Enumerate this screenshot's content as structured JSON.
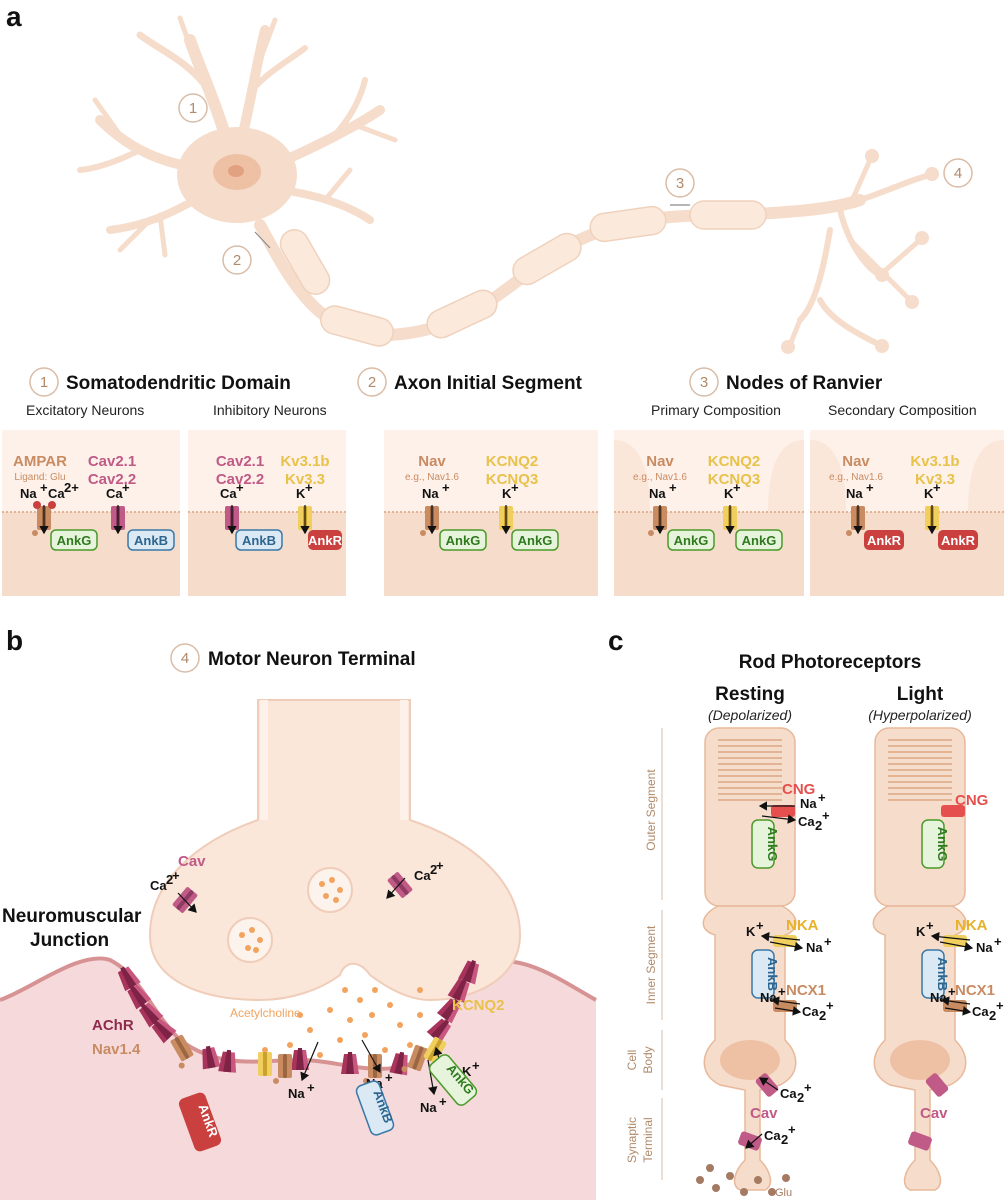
{
  "panel_a": {
    "letter": "a",
    "markers": [
      "1",
      "2",
      "3",
      "4"
    ],
    "sections": {
      "somatodendritic": {
        "num": "1",
        "title": "Somatodendritic Domain",
        "sub_left": "Excitatory Neurons",
        "sub_right": "Inhibitory Neurons"
      },
      "ais": {
        "num": "2",
        "title": "Axon Initial Segment"
      },
      "ranvier": {
        "num": "3",
        "title": "Nodes of Ranvier",
        "sub_left": "Primary Composition",
        "sub_right": "Secondary Composition"
      }
    },
    "boxes": {
      "excitatory": {
        "ampar": "AMPAR",
        "ligand": "Ligand: Glu",
        "cav1": "Cav2.1",
        "cav2": "Cav2.2",
        "ion_na": "Na",
        "ion_ca": "Ca",
        "ion_ca2": "Ca",
        "ank1": "AnkG",
        "ank2": "AnkB"
      },
      "inhibitory": {
        "cav1": "Cav2.1",
        "cav2": "Cav2.2",
        "kv1": "Kv3.1b",
        "kv2": "Kv3.3",
        "ion_ca": "Ca",
        "ion_k": "K",
        "ank1": "AnkB",
        "ank2": "AnkR"
      },
      "ais": {
        "nav": "Nav",
        "nav_eg": "e.g., Nav1.6",
        "kcnq1": "KCNQ2",
        "kcnq2": "KCNQ3",
        "ion_na": "Na",
        "ion_k": "K",
        "ank1": "AnkG",
        "ank2": "AnkG"
      },
      "primary": {
        "nav": "Nav",
        "nav_eg": "e.g., Nav1.6",
        "kcnq1": "KCNQ2",
        "kcnq2": "KCNQ3",
        "ion_na": "Na",
        "ion_k": "K",
        "ank1": "AnkG",
        "ank2": "AnkG"
      },
      "secondary": {
        "nav": "Nav",
        "nav_eg": "e.g., Nav1.6",
        "kv1": "Kv3.1b",
        "kv2": "Kv3.3",
        "ion_na": "Na",
        "ion_k": "K",
        "ank1": "AnkR",
        "ank2": "AnkR"
      }
    }
  },
  "panel_b": {
    "letter": "b",
    "num": "4",
    "title": "Motor Neuron Terminal",
    "nmj_line1": "Neuromuscular",
    "nmj_line2": "Junction",
    "cav": "Cav",
    "ion_ca_left": "Ca",
    "ion_ca_right": "Ca",
    "achr": "AChR",
    "nav14": "Nav1.4",
    "acetylcholine": "Acetylcholine",
    "kcnq2": "KCNQ2",
    "ank_r": "AnkR",
    "ank_b": "AnkB",
    "ank_g": "AnkG",
    "ion_na1": "Na",
    "ion_na2": "Na",
    "ion_na3": "Na",
    "ion_k": "K"
  },
  "panel_c": {
    "letter": "c",
    "title": "Rod Photoreceptors",
    "resting": "Resting",
    "resting_sub": "(Depolarized)",
    "light": "Light",
    "light_sub": "(Hyperpolarized)",
    "side_labels": {
      "outer": "Outer Segment",
      "inner": "Inner Segment",
      "cell_line1": "Cell",
      "cell_line2": "Body",
      "syn_line1": "Synaptic",
      "syn_line2": "Terminal"
    },
    "cng": "CNG",
    "nka": "NKA",
    "ncx1": "NCX1",
    "cav": "Cav",
    "ank_g": "AnkG",
    "ank_b": "AnkB",
    "glu": "Glu",
    "ions": {
      "na": "Na",
      "ca": "Ca",
      "k": "K"
    }
  },
  "colors": {
    "cell": "#f6dccb",
    "cell_stroke": "#e8b89a",
    "ankg_fill": "#e6f4dc",
    "ankg_stroke": "#4a9a2a",
    "ankb_fill": "#dbe9f4",
    "ankb_stroke": "#3a78a8",
    "ankr_fill": "#c9403e",
    "nav_color": "#c98b62",
    "cav_color": "#c05a86",
    "k_color": "#e8c24a",
    "cng_color": "#e5504e",
    "achr_color": "#a8345c"
  }
}
